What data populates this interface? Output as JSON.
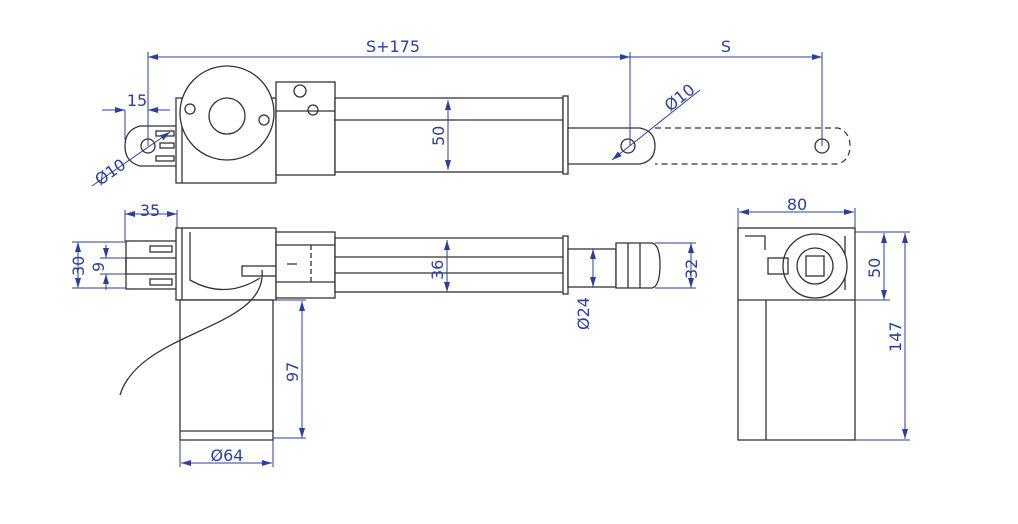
{
  "top_view": {
    "overall_length": "S+175",
    "stroke": "S",
    "rear_offset": "15",
    "rear_hole": "Ø10",
    "front_hole": "Ø10",
    "height": "50"
  },
  "side_view": {
    "clevis_width": "35",
    "clevis_height": "30",
    "slot": "9",
    "tube": "36",
    "rod_end": "32",
    "rod": "Ø24",
    "motor_length": "97",
    "motor_dia": "Ø64"
  },
  "end_view": {
    "width": "80",
    "head_height": "50",
    "total_height": "147"
  },
  "colors": {
    "dimension": "#2b3f9e",
    "outline": "#333333"
  }
}
